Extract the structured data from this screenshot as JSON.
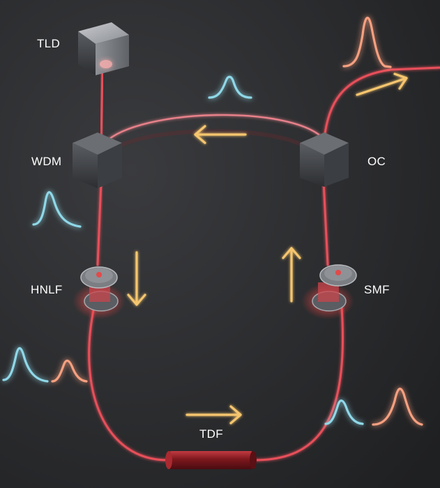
{
  "labels": {
    "tld": "TLD",
    "wdm": "WDM",
    "oc": "OC",
    "hnlf": "HNLF",
    "smf": "SMF",
    "tdf": "TDF"
  },
  "colors": {
    "background": "#2a2b2d",
    "fiber": "#e8505a",
    "arrow": "#f6c66e",
    "pulse_blue": "#8fd8e8",
    "pulse_orange": "#f7a080",
    "tdf_body": "#8a1c22"
  }
}
